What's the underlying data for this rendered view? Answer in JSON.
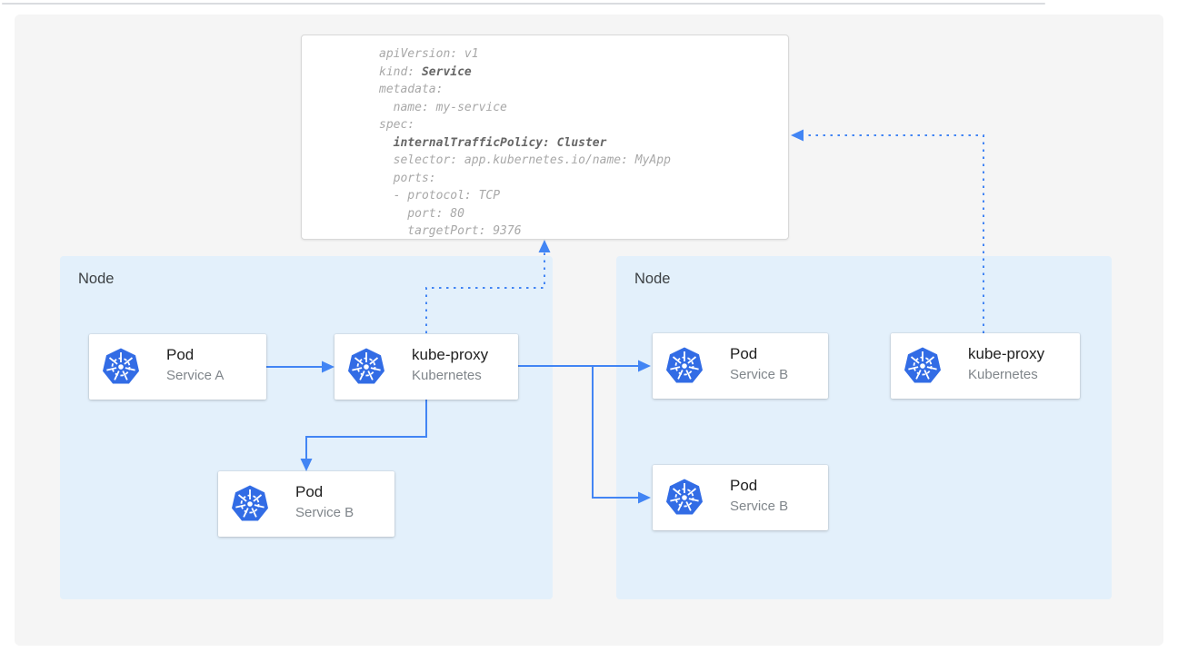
{
  "colors": {
    "arrow_blue": "#4285f4",
    "k8s_blue": "#326ce5",
    "node_bg": "#e3f0fb",
    "panel_bg": "#f5f5f5",
    "node_label": "#3c4043",
    "card_title": "#212121",
    "card_subtitle": "#80868b",
    "code_text": "#a8a8a8",
    "code_bold": "#666666",
    "yaml_border": "#d9d9d9",
    "top_rule": "#dadce0"
  },
  "yaml_card": {
    "lines": [
      {
        "pre": "apiVersion: v1",
        "bold": "",
        "post": ""
      },
      {
        "pre": "kind: ",
        "bold": "Service",
        "post": ""
      },
      {
        "pre": "metadata:",
        "bold": "",
        "post": ""
      },
      {
        "pre": "  name: my-service",
        "bold": "",
        "post": ""
      },
      {
        "pre": "spec:",
        "bold": "",
        "post": ""
      },
      {
        "pre": "  ",
        "bold": "internalTrafficPolicy: Cluster",
        "post": ""
      },
      {
        "pre": "  selector: app.kubernetes.io/name: MyApp",
        "bold": "",
        "post": ""
      },
      {
        "pre": "  ports:",
        "bold": "",
        "post": ""
      },
      {
        "pre": "  - protocol: TCP",
        "bold": "",
        "post": ""
      },
      {
        "pre": "    port: 80",
        "bold": "",
        "post": ""
      },
      {
        "pre": "    targetPort: 9376",
        "bold": "",
        "post": ""
      }
    ]
  },
  "nodes": {
    "left": {
      "label": "Node"
    },
    "right": {
      "label": "Node"
    }
  },
  "cards": {
    "pod_a": {
      "title": "Pod",
      "subtitle": "Service A",
      "icon": "kubernetes-wheel-icon"
    },
    "kube_proxy_left": {
      "title": "kube-proxy",
      "subtitle": "Kubernetes",
      "icon": "kubernetes-wheel-icon"
    },
    "pod_b_left": {
      "title": "Pod",
      "subtitle": "Service B",
      "icon": "kubernetes-wheel-icon"
    },
    "pod_b_right_top": {
      "title": "Pod",
      "subtitle": "Service B",
      "icon": "kubernetes-wheel-icon"
    },
    "pod_b_right_bottom": {
      "title": "Pod",
      "subtitle": "Service B",
      "icon": "kubernetes-wheel-icon"
    },
    "kube_proxy_right": {
      "title": "kube-proxy",
      "subtitle": "Kubernetes",
      "icon": "kubernetes-wheel-icon"
    }
  }
}
